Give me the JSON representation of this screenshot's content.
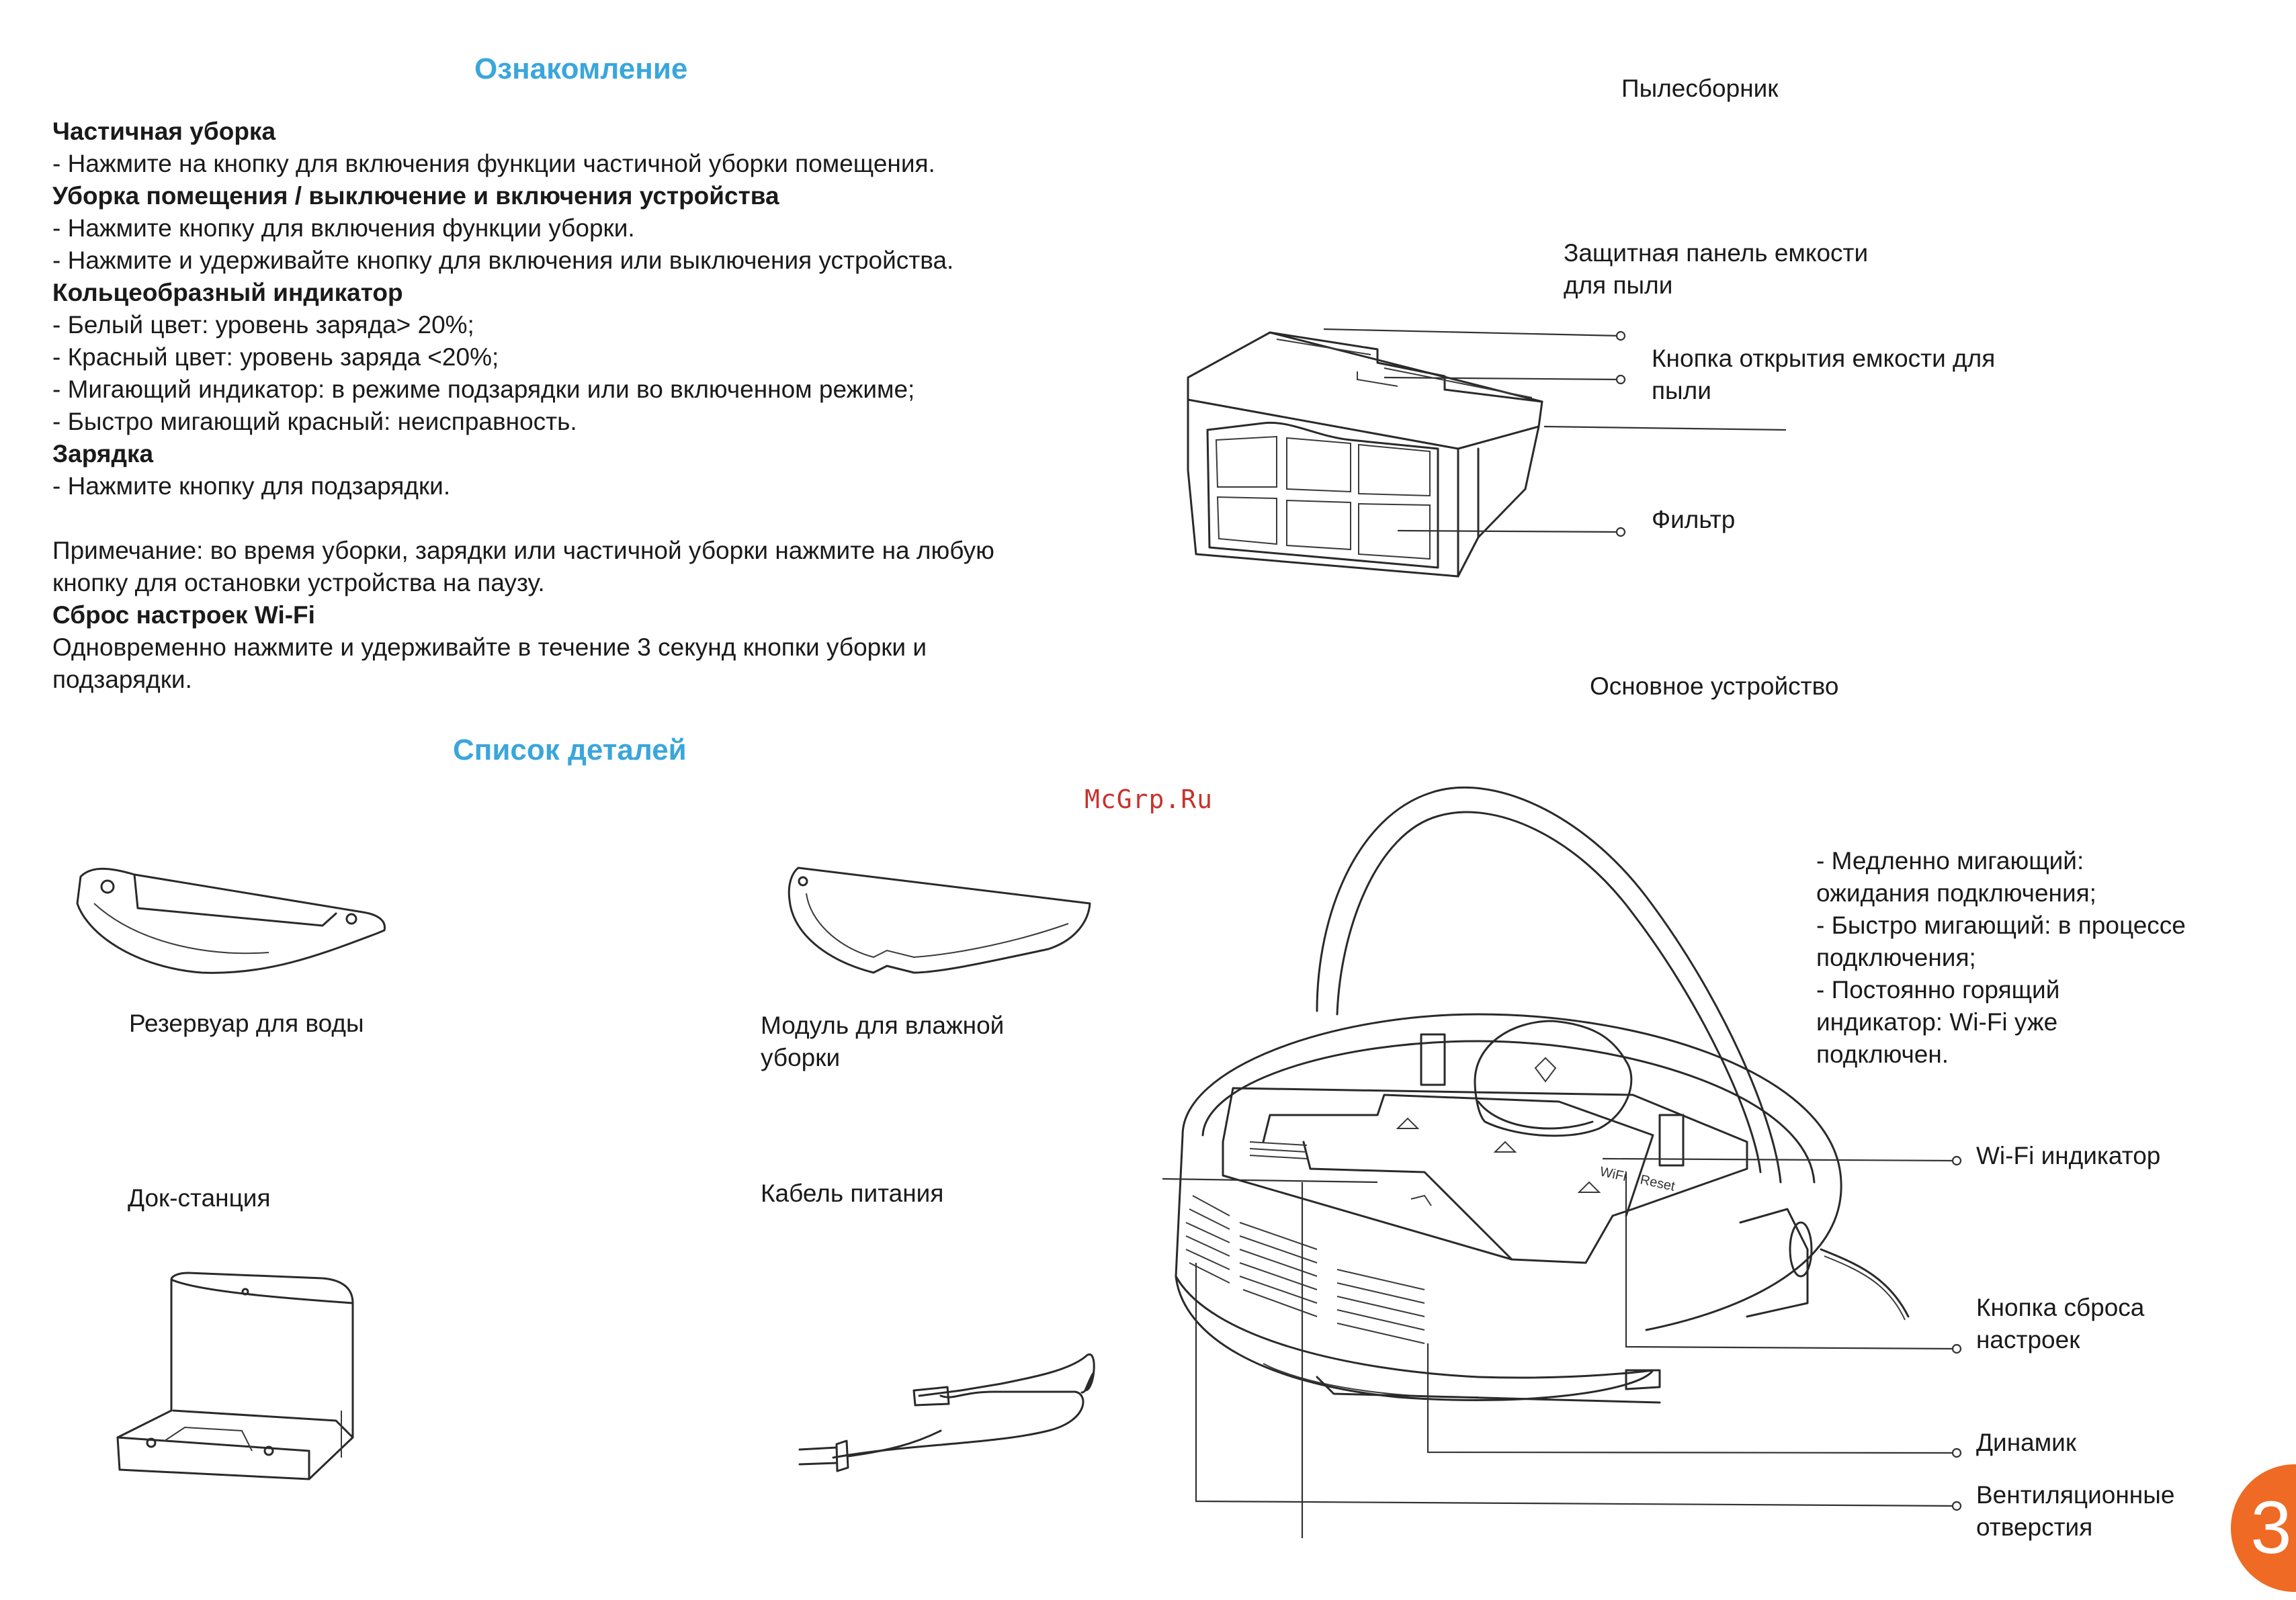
{
  "intro": {
    "title": "Ознакомление",
    "partial_clean": {
      "heading": "Частичная уборка",
      "lines": [
        "- Нажмите на кнопку для включения функции частичной уборки помещения."
      ]
    },
    "clean_power": {
      "heading": "Уборка помещения / выключение и включения устройства",
      "lines": [
        "- Нажмите кнопку для включения функции уборки.",
        "- Нажмите и удерживайте кнопку для включения или выключения устройства."
      ]
    },
    "ring": {
      "heading": "Кольцеобразный индикатор",
      "lines": [
        "- Белый цвет: уровень заряда> 20%;",
        "- Красный цвет: уровень заряда <20%;",
        "- Мигающий индикатор: в режиме подзарядки или во включенном режиме;",
        "- Быстро мигающий красный: неисправность."
      ]
    },
    "charge": {
      "heading": "Зарядка",
      "lines": [
        "- Нажмите кнопку для подзарядки."
      ]
    },
    "note": {
      "lines": [
        "Примечание: во время уборки, зарядки или частичной уборки нажмите на любую",
        "кнопку для остановки устройства на паузу."
      ]
    },
    "wifi_reset": {
      "heading": "Сброс настроек Wi-Fi",
      "lines": [
        "Одновременно нажмите и удерживайте в течение 3 секунд кнопки уборки и",
        "подзарядки."
      ]
    }
  },
  "parts": {
    "title": "Список деталей",
    "water_tank": "Резервуар для воды",
    "mop_module": [
      "Модуль для влажной",
      "уборки"
    ],
    "dock": "Док-станция",
    "power_cable": "Кабель питания"
  },
  "dustbin": {
    "title": "Пылесборник",
    "panel": [
      "Защитная панель емкости",
      "для пыли"
    ],
    "open_button": [
      "Кнопка открытия емкости для",
      "пыли"
    ],
    "filter": "Фильтр"
  },
  "main_unit": {
    "title": "Основное устройство",
    "wifi_states": [
      "- Медленно мигающий:",
      "ожидания подключения;",
      "- Быстро мигающий: в процессе",
      "подключения;",
      "- Постоянно горящий",
      "индикатор: Wi-Fi уже",
      "подключен."
    ],
    "wifi_indicator": "Wi-Fi индикатор",
    "reset_button": [
      "Кнопка сброса",
      "настроек"
    ],
    "speaker": "Динамик",
    "vents": [
      "Вентиляционные",
      "отверстия"
    ],
    "panel_labels": [
      "WiFi",
      "Reset"
    ]
  },
  "watermark": "McGrp.Ru",
  "page_number": "3",
  "colors": {
    "heading": "#3aa6dc",
    "badge": "#ef6a24",
    "watermark": "#c8322d"
  }
}
